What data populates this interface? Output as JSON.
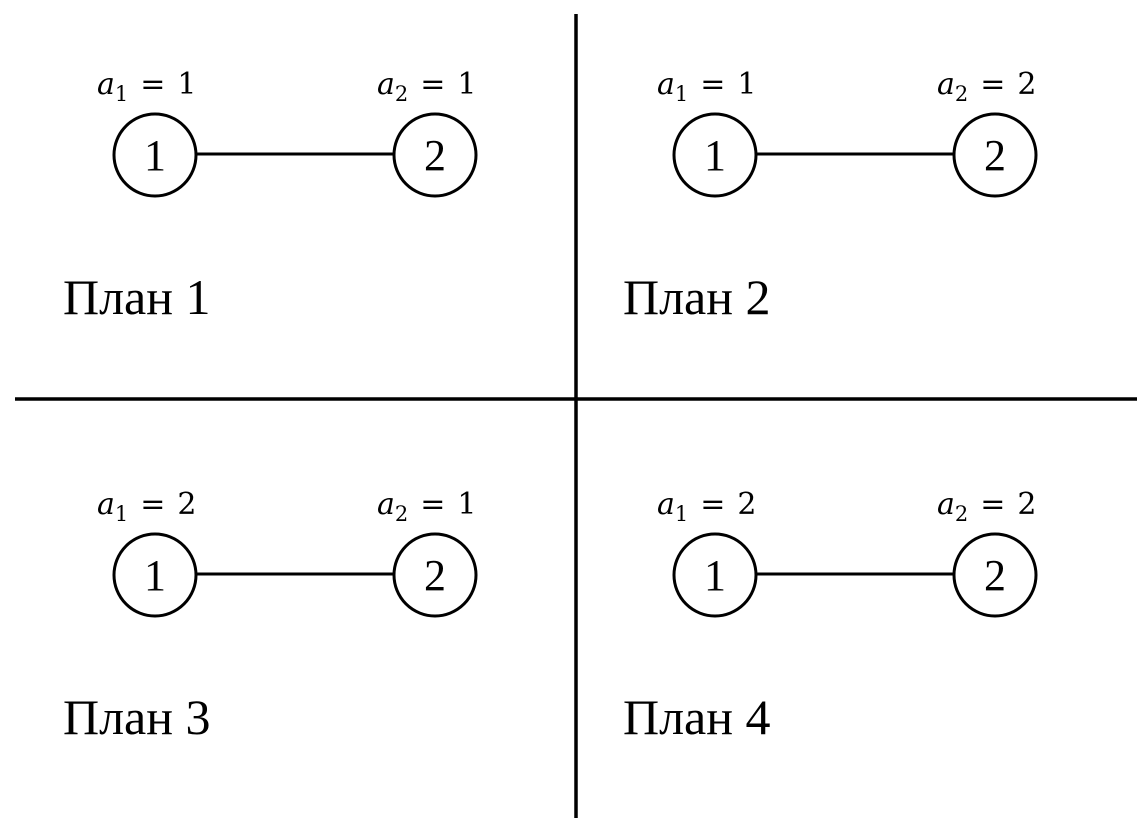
{
  "plans": [
    {
      "title": "План 1",
      "a1_label": "a",
      "a1_sub": "1",
      "a1_value": "1",
      "a2_label": "a",
      "a2_sub": "2",
      "a2_value": "1",
      "node1": "1",
      "node2": "2"
    },
    {
      "title": "План 2",
      "a1_label": "a",
      "a1_sub": "1",
      "a1_value": "1",
      "a2_label": "a",
      "a2_sub": "2",
      "a2_value": "2",
      "node1": "1",
      "node2": "2"
    },
    {
      "title": "План 3",
      "a1_label": "a",
      "a1_sub": "1",
      "a1_value": "2",
      "a2_label": "a",
      "a2_sub": "2",
      "a2_value": "1",
      "node1": "1",
      "node2": "2"
    },
    {
      "title": "План 4",
      "a1_label": "a",
      "a1_sub": "1",
      "a1_value": "2",
      "a2_label": "a",
      "a2_sub": "2",
      "a2_value": "2",
      "node1": "1",
      "node2": "2"
    }
  ],
  "equals_sign": "="
}
